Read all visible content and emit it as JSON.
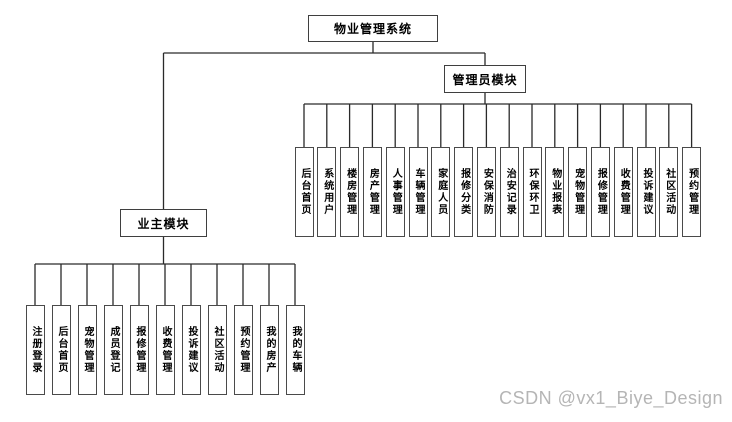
{
  "diagram": {
    "root": {
      "label": "物业管理系统"
    },
    "admin_module": {
      "label": "管理员模块",
      "children": [
        "后台首页",
        "系统用户",
        "楼房管理",
        "房产管理",
        "人事管理",
        "车辆管理",
        "家庭人员",
        "报修分类",
        "安保消防",
        "治安记录",
        "环保环卫",
        "物业报表",
        "宠物管理",
        "报修管理",
        "收费管理",
        "投诉建议",
        "社区活动",
        "预约管理"
      ]
    },
    "owner_module": {
      "label": "业主模块",
      "children": [
        "注册登录",
        "后台首页",
        "宠物管理",
        "成员登记",
        "报修管理",
        "收费管理",
        "投诉建议",
        "社区活动",
        "预约管理",
        "我的房产",
        "我的车辆"
      ]
    }
  },
  "watermark": {
    "text": "CSDN @vx1_Biye_Design"
  },
  "colors": {
    "background": "#ffffff",
    "line": "#2a2a2a",
    "box_border": "#4a4a4a",
    "text": "#000000",
    "watermark": "#b5b5b5"
  }
}
